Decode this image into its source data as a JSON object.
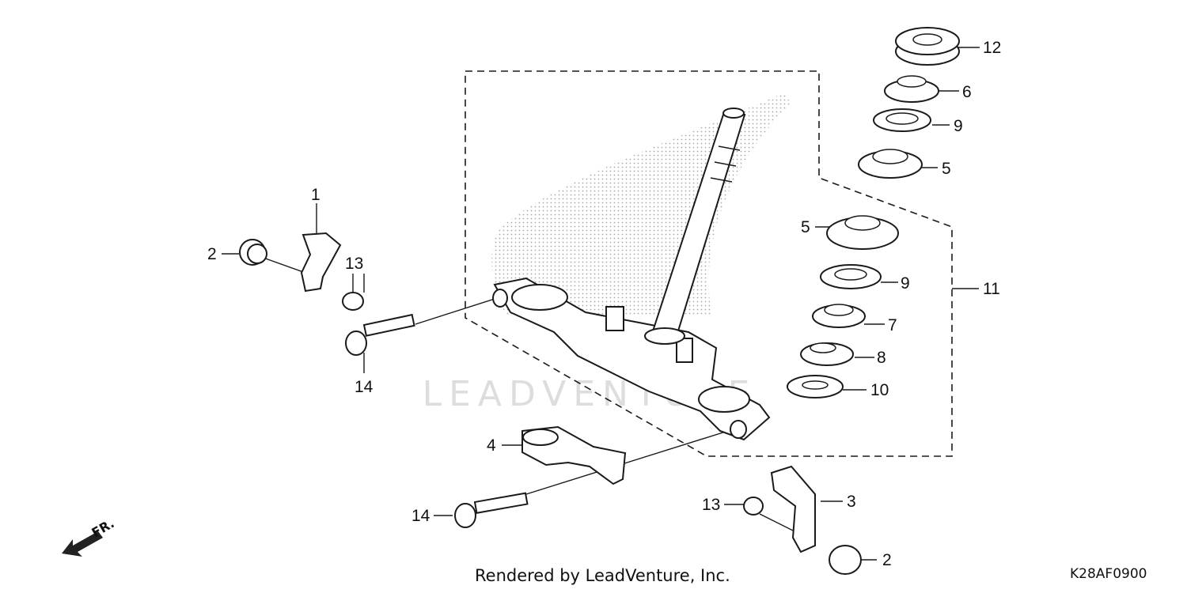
{
  "watermark": {
    "brand_text": "LEADVENTURE"
  },
  "callouts": [
    {
      "id": "c1",
      "number": "1"
    },
    {
      "id": "c2a",
      "number": "2"
    },
    {
      "id": "c2b",
      "number": "2"
    },
    {
      "id": "c3",
      "number": "3"
    },
    {
      "id": "c4",
      "number": "4"
    },
    {
      "id": "c5a",
      "number": "5"
    },
    {
      "id": "c5b",
      "number": "5"
    },
    {
      "id": "c6",
      "number": "6"
    },
    {
      "id": "c7",
      "number": "7"
    },
    {
      "id": "c8",
      "number": "8"
    },
    {
      "id": "c9a",
      "number": "9"
    },
    {
      "id": "c9b",
      "number": "9"
    },
    {
      "id": "c10",
      "number": "10"
    },
    {
      "id": "c11",
      "number": "11"
    },
    {
      "id": "c12",
      "number": "12"
    },
    {
      "id": "c13a",
      "number": "13"
    },
    {
      "id": "c13b",
      "number": "13"
    },
    {
      "id": "c14a",
      "number": "14"
    },
    {
      "id": "c14b",
      "number": "14"
    }
  ],
  "direction_indicator": {
    "label": "FR."
  },
  "footer": {
    "credit": "Rendered by LeadVenture, Inc.",
    "diagram_code": "K28AF0900"
  }
}
